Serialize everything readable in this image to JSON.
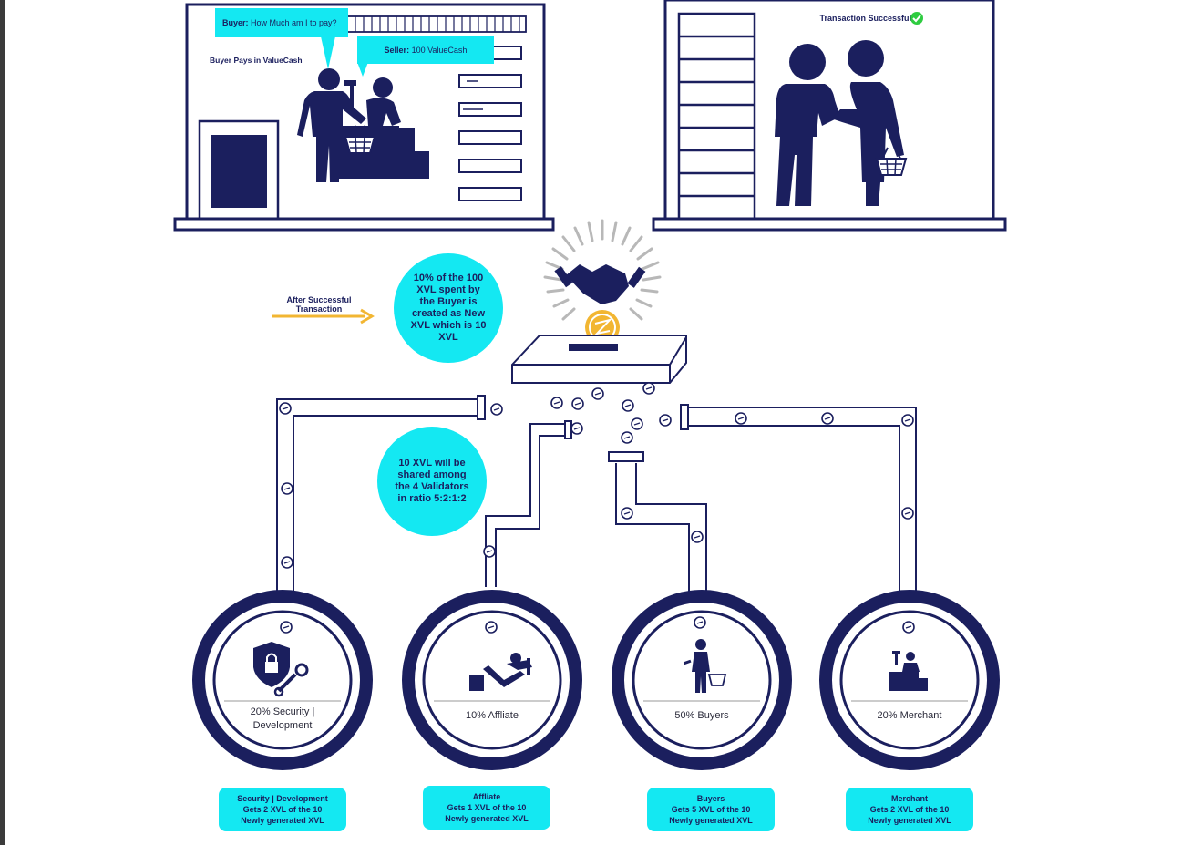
{
  "top_left_panel": {
    "buyer_bubble_label": "Buyer:",
    "buyer_bubble_text": " How Much am I to pay?",
    "seller_bubble_label": "Seller:",
    "seller_bubble_text": " 100 ValueCash",
    "buyer_pays_text": "Buyer Pays in ValueCash"
  },
  "top_right_panel": {
    "transaction_status": "Transaction Successful"
  },
  "after_transaction_label_line1": "After Successful",
  "after_transaction_label_line2": "Transaction",
  "creation_info": "10% of the 100 XVL spent by the Buyer is created as New XVL which is 10 XVL",
  "sharing_info": "10 XVL will be shared among the 4 Validators in ratio 5:2:1:2",
  "validators": [
    {
      "circle_label_line1": "20% Security |",
      "circle_label_line2": "Development",
      "card_title": "Security | Development",
      "card_line2": "Gets 2 XVL of the 10",
      "card_line3": "Newly generated XVL",
      "icon": "security-shield-wrench-icon"
    },
    {
      "circle_label_line1": "10% Affliate",
      "circle_label_line2": "",
      "card_title": "Affliate",
      "card_line2": "Gets 1 XVL of the 10",
      "card_line3": "Newly generated XVL",
      "icon": "relaxing-person-luggage-icon"
    },
    {
      "circle_label_line1": "50% Buyers",
      "circle_label_line2": "",
      "card_title": "Buyers",
      "card_line2": "Gets 5 XVL of the 10",
      "card_line3": "Newly generated XVL",
      "icon": "shopper-basket-icon"
    },
    {
      "circle_label_line1": "20% Merchant",
      "circle_label_line2": "",
      "card_title": "Merchant",
      "card_line2": "Gets 2 XVL of the 10",
      "card_line3": "Newly generated XVL",
      "icon": "cashier-counter-icon"
    }
  ],
  "colors": {
    "navy": "#1b1f5e",
    "cyan": "#14e8f2",
    "gold": "#f2b632",
    "success_green": "#2ecc40"
  }
}
